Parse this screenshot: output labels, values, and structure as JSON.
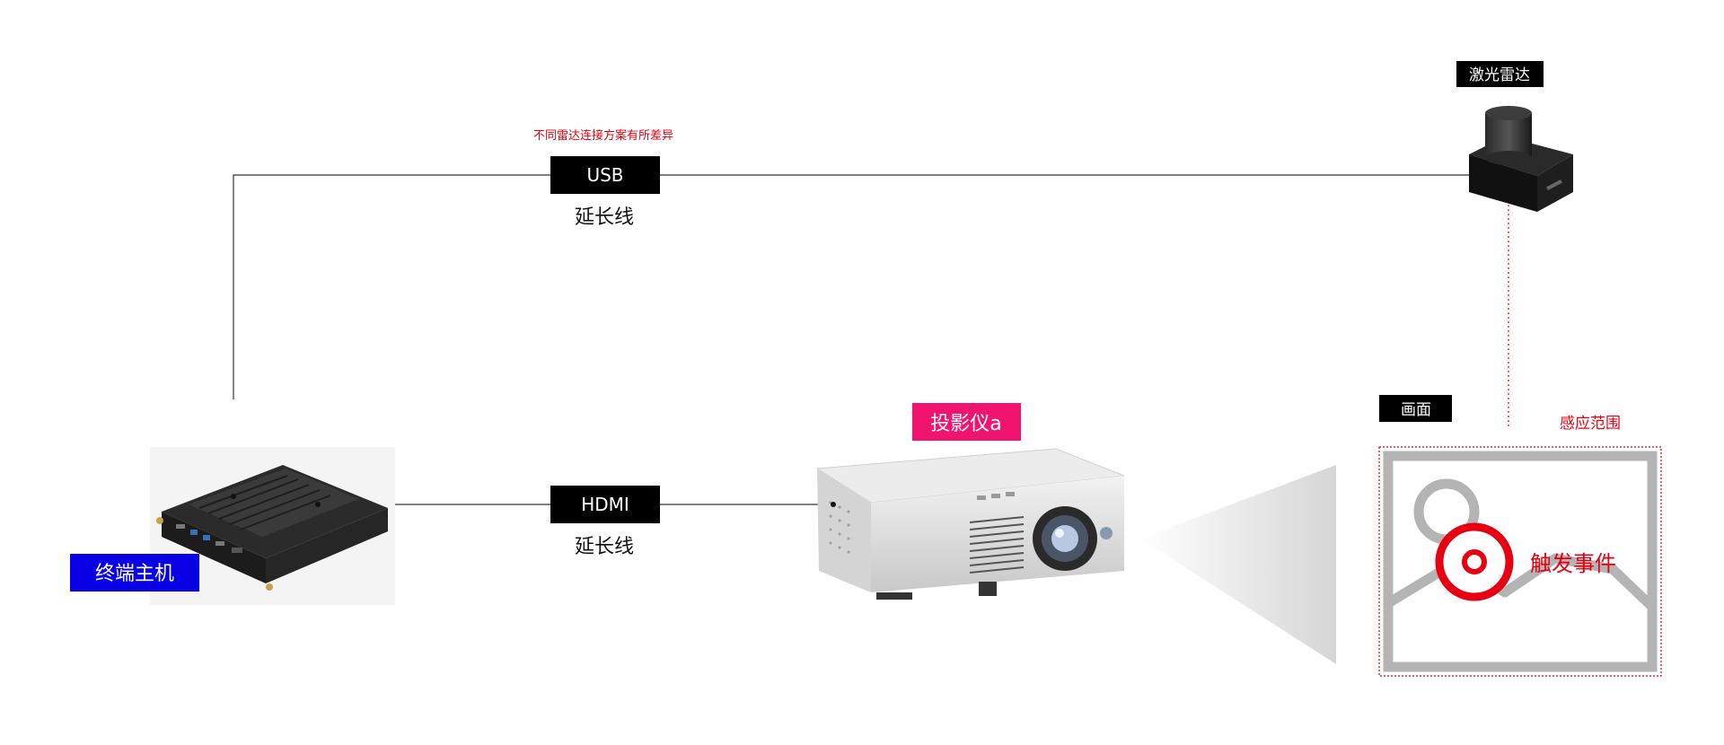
{
  "labels": {
    "usb_tag": "USB",
    "usb_extension": "延长线",
    "usb_note": "不同雷达连接方案有所差异",
    "hdmi_tag": "HDMI",
    "hdmi_extension": "延长线",
    "lidar": "激光雷达",
    "host": "终端主机",
    "projector": "投影仪a",
    "screen": "画面",
    "sensing_range": "感应范围",
    "trigger_event": "触发事件"
  },
  "colors": {
    "tag_background": "#000000",
    "tag_text": "#ffffff",
    "host_badge": "#0a00e6",
    "projector_badge": "#f0146e",
    "accent_red": "#e60012",
    "line": "#333333",
    "image_gray": "#b4b4b4"
  },
  "icons": {
    "host_device": "mini-pc-device",
    "projector_device": "projector-device",
    "lidar_device": "lidar-sensor-device",
    "screen_image": "image-placeholder-icon",
    "trigger_target": "target-ring-icon"
  }
}
